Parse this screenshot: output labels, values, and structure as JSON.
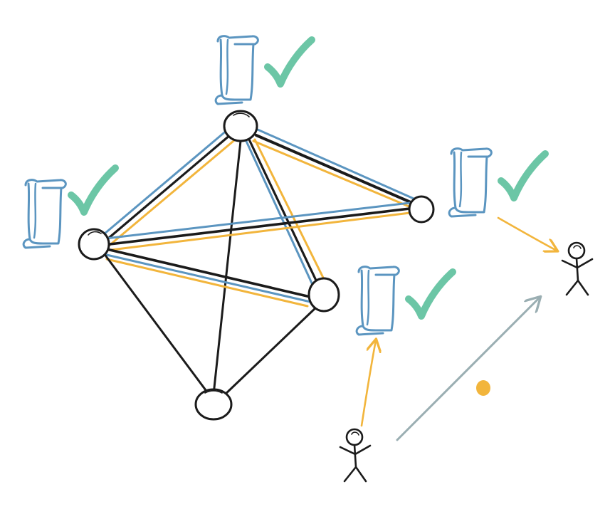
{
  "colors": {
    "ink": "#1b1b1b",
    "chain_blue": "#5b95c0",
    "chain_yellow": "#f2b53c",
    "check_green": "#6cc6a6",
    "hint_gray": "#9aaeb2",
    "token_orange": "#f2b53c"
  },
  "diagram": {
    "nodes": [
      "n-top",
      "n-left",
      "n-right",
      "n-mid",
      "n-bottom"
    ],
    "edges": [
      {
        "from": "n-top",
        "to": "n-left",
        "chains": [
          "black",
          "blue",
          "yellow"
        ]
      },
      {
        "from": "n-top",
        "to": "n-right",
        "chains": [
          "black",
          "blue",
          "yellow"
        ]
      },
      {
        "from": "n-top",
        "to": "n-mid",
        "chains": [
          "black",
          "blue",
          "yellow"
        ]
      },
      {
        "from": "n-top",
        "to": "n-bottom",
        "chains": [
          "black"
        ]
      },
      {
        "from": "n-left",
        "to": "n-right",
        "chains": [
          "black",
          "blue",
          "yellow"
        ]
      },
      {
        "from": "n-left",
        "to": "n-mid",
        "chains": [
          "black",
          "blue",
          "yellow"
        ]
      },
      {
        "from": "n-left",
        "to": "n-bottom",
        "chains": [
          "black"
        ]
      },
      {
        "from": "n-mid",
        "to": "n-bottom",
        "chains": [
          "black"
        ]
      }
    ],
    "ledgers": [
      {
        "icon": "scroll-icon",
        "verified": true
      },
      {
        "icon": "scroll-icon",
        "verified": true
      },
      {
        "icon": "scroll-icon",
        "verified": true
      },
      {
        "icon": "scroll-icon",
        "verified": true
      }
    ],
    "actors": [
      "stick-figure-icon",
      "stick-figure-icon"
    ],
    "token": "coin-dot-icon"
  }
}
